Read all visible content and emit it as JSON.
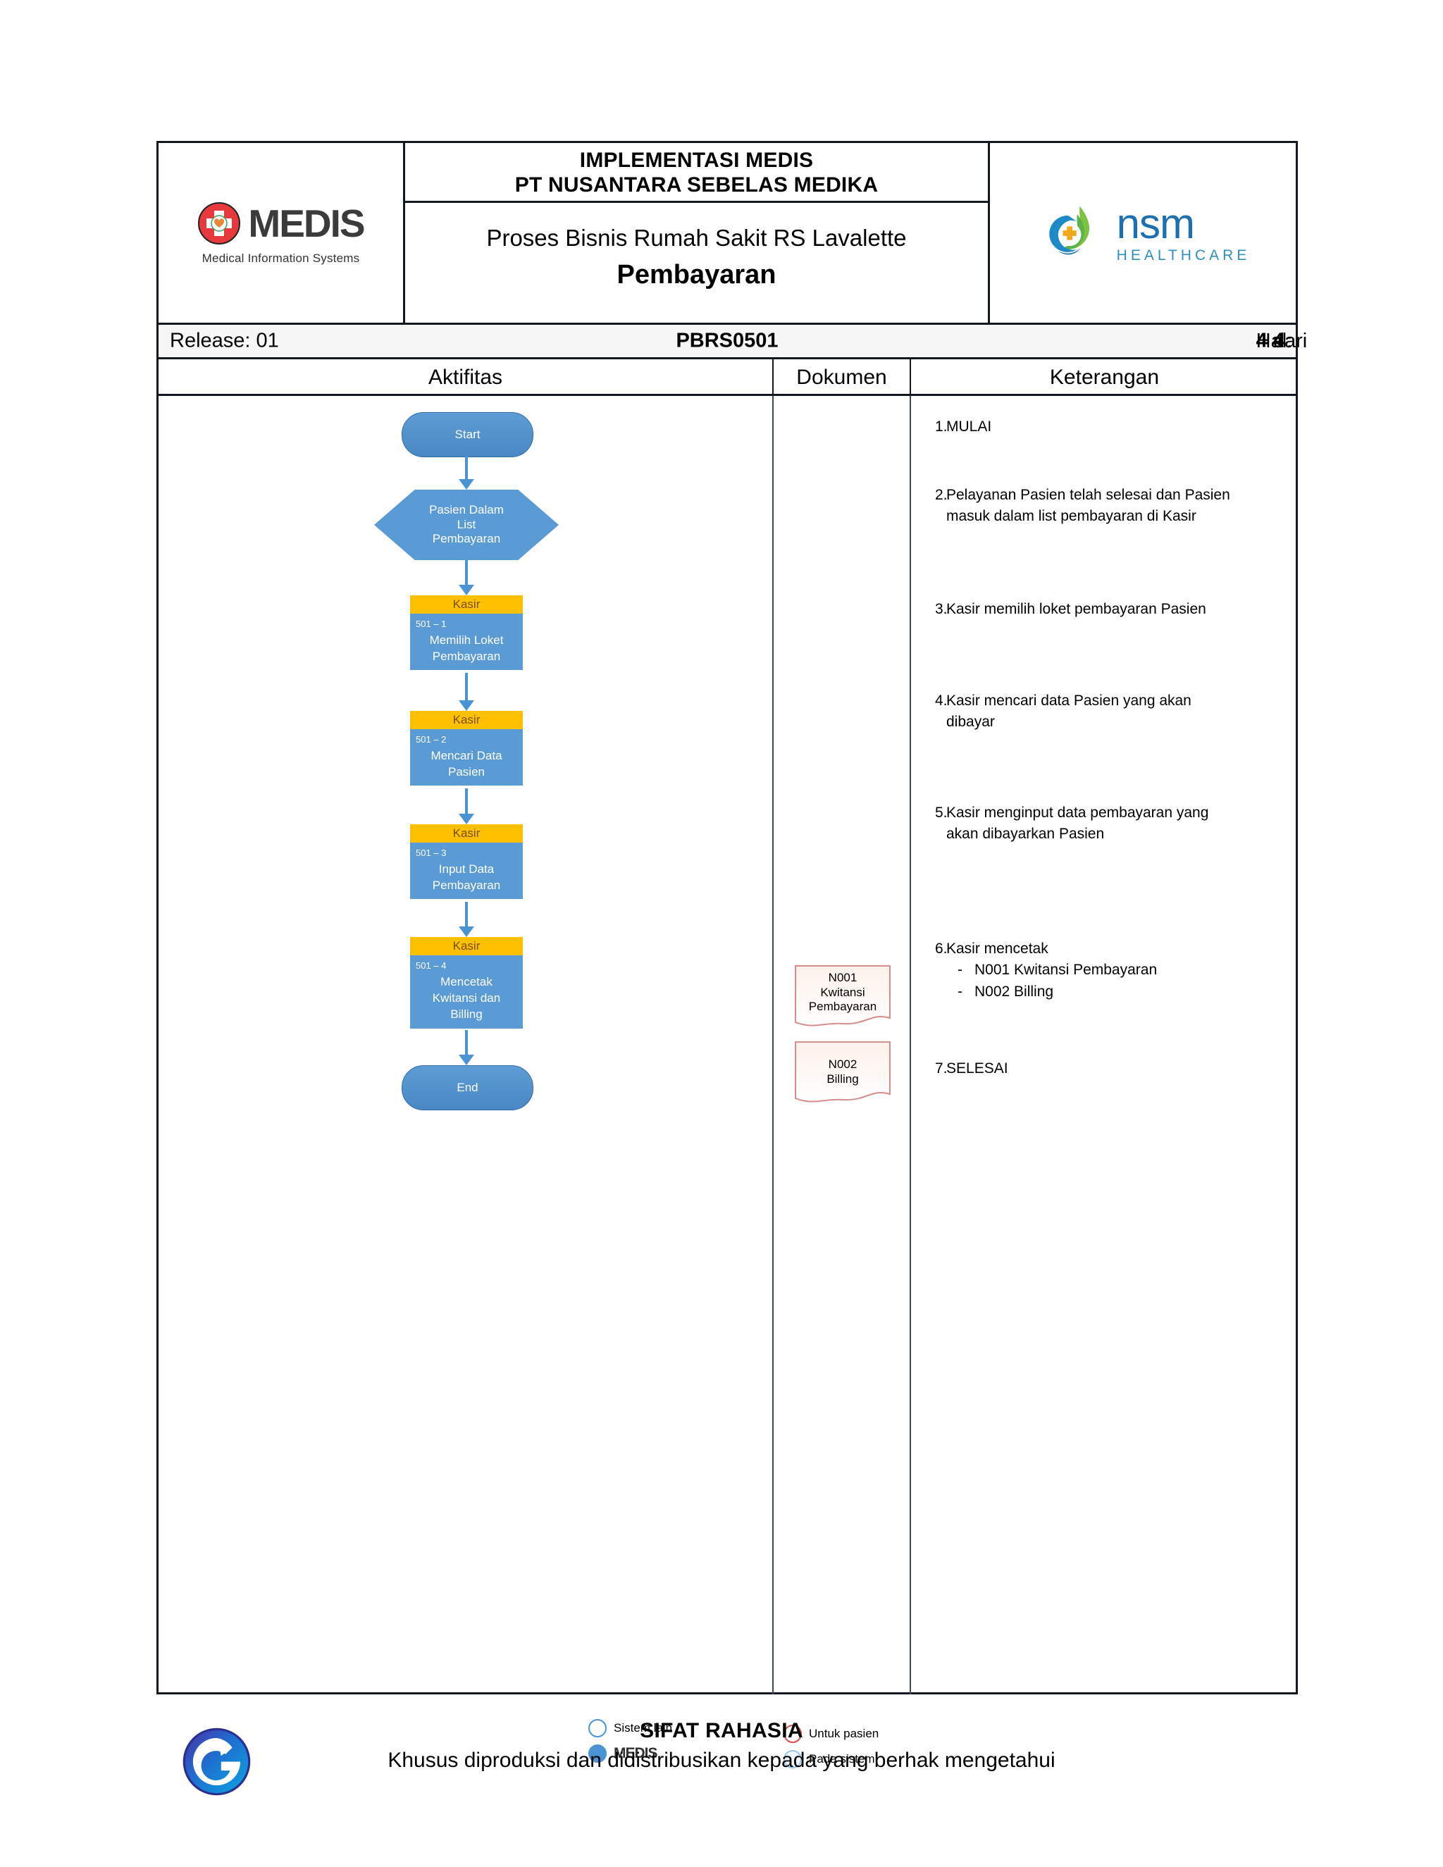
{
  "header": {
    "line1": "IMPLEMENTASI MEDIS",
    "line2": "PT NUSANTARA SEBELAS MEDIKA",
    "line3": "Proses Bisnis Rumah Sakit RS Lavalette",
    "line4": "Pembayaran",
    "medis_logo_word": "MEDIS",
    "medis_logo_tagline": "Medical Information Systems",
    "nsm_logo_word": "nsm",
    "nsm_logo_tagline": "HEALTHCARE"
  },
  "release_bar": {
    "release": "Release: 01",
    "doc_code": "PBRS0501",
    "page_prefix": "Hal:",
    "page_current": "4",
    "page_sep": "dari",
    "page_total": "4"
  },
  "columns": {
    "aktifitas": "Aktifitas",
    "dokumen": "Dokumen",
    "keterangan": "Keterangan"
  },
  "flow": {
    "start": "Start",
    "end": "End",
    "decision": {
      "l1": "Pasien Dalam",
      "l2": "List",
      "l3": "Pembayaran"
    },
    "steps": [
      {
        "role": "Kasir",
        "code": "501 – 1",
        "l1": "Memilih Loket",
        "l2": "Pembayaran"
      },
      {
        "role": "Kasir",
        "code": "501 – 2",
        "l1": "Mencari Data",
        "l2": "Pasien"
      },
      {
        "role": "Kasir",
        "code": "501 – 3",
        "l1": "Input Data",
        "l2": "Pembayaran"
      },
      {
        "role": "Kasir",
        "code": "501 – 4",
        "l1": "Mencetak",
        "l2": "Kwitansi dan",
        "l3": "Billing"
      }
    ]
  },
  "documents": [
    {
      "code": "N001",
      "l1": "Kwitansi",
      "l2": "Pembayaran"
    },
    {
      "code": "N002",
      "l1": "Billing",
      "l2": ""
    }
  ],
  "keterangan_items": [
    {
      "num": "1.",
      "text": "MULAI"
    },
    {
      "num": "2.",
      "text": "Pelayanan Pasien telah selesai dan Pasien masuk dalam list pembayaran di Kasir"
    },
    {
      "num": "3.",
      "text": "Kasir memilih loket pembayaran Pasien"
    },
    {
      "num": "4.",
      "text": "Kasir mencari data Pasien yang akan dibayar"
    },
    {
      "num": "5.",
      "text": "Kasir menginput data pembayaran yang akan dibayarkan Pasien"
    },
    {
      "num": "6.",
      "text": "Kasir mencetak",
      "sub": [
        "N001 Kwitansi Pembayaran",
        "N002 Billing"
      ],
      "dash": "-"
    },
    {
      "num": "7.",
      "text": "SELESAI"
    }
  ],
  "legend": {
    "aktifitas": [
      {
        "label": "Sistem lain",
        "style": "open-blue"
      },
      {
        "label": "MEDIS",
        "style": "fill-blue"
      }
    ],
    "dokumen": [
      {
        "label": "Untuk pasien",
        "style": "open-red"
      },
      {
        "label": "Pada sistem",
        "style": "open-lblue"
      }
    ]
  },
  "footer": {
    "line1": "SIFAT RAHASIA",
    "line2": "Khusus diproduksi dan didistribusikan kepada yang berhak mengetahui"
  },
  "colors": {
    "process_header": "#FFC000",
    "process_body": "#5B9BD5",
    "terminator": "#4A88C4",
    "connector": "#4A94D6",
    "document_border": "#D98C8C"
  }
}
